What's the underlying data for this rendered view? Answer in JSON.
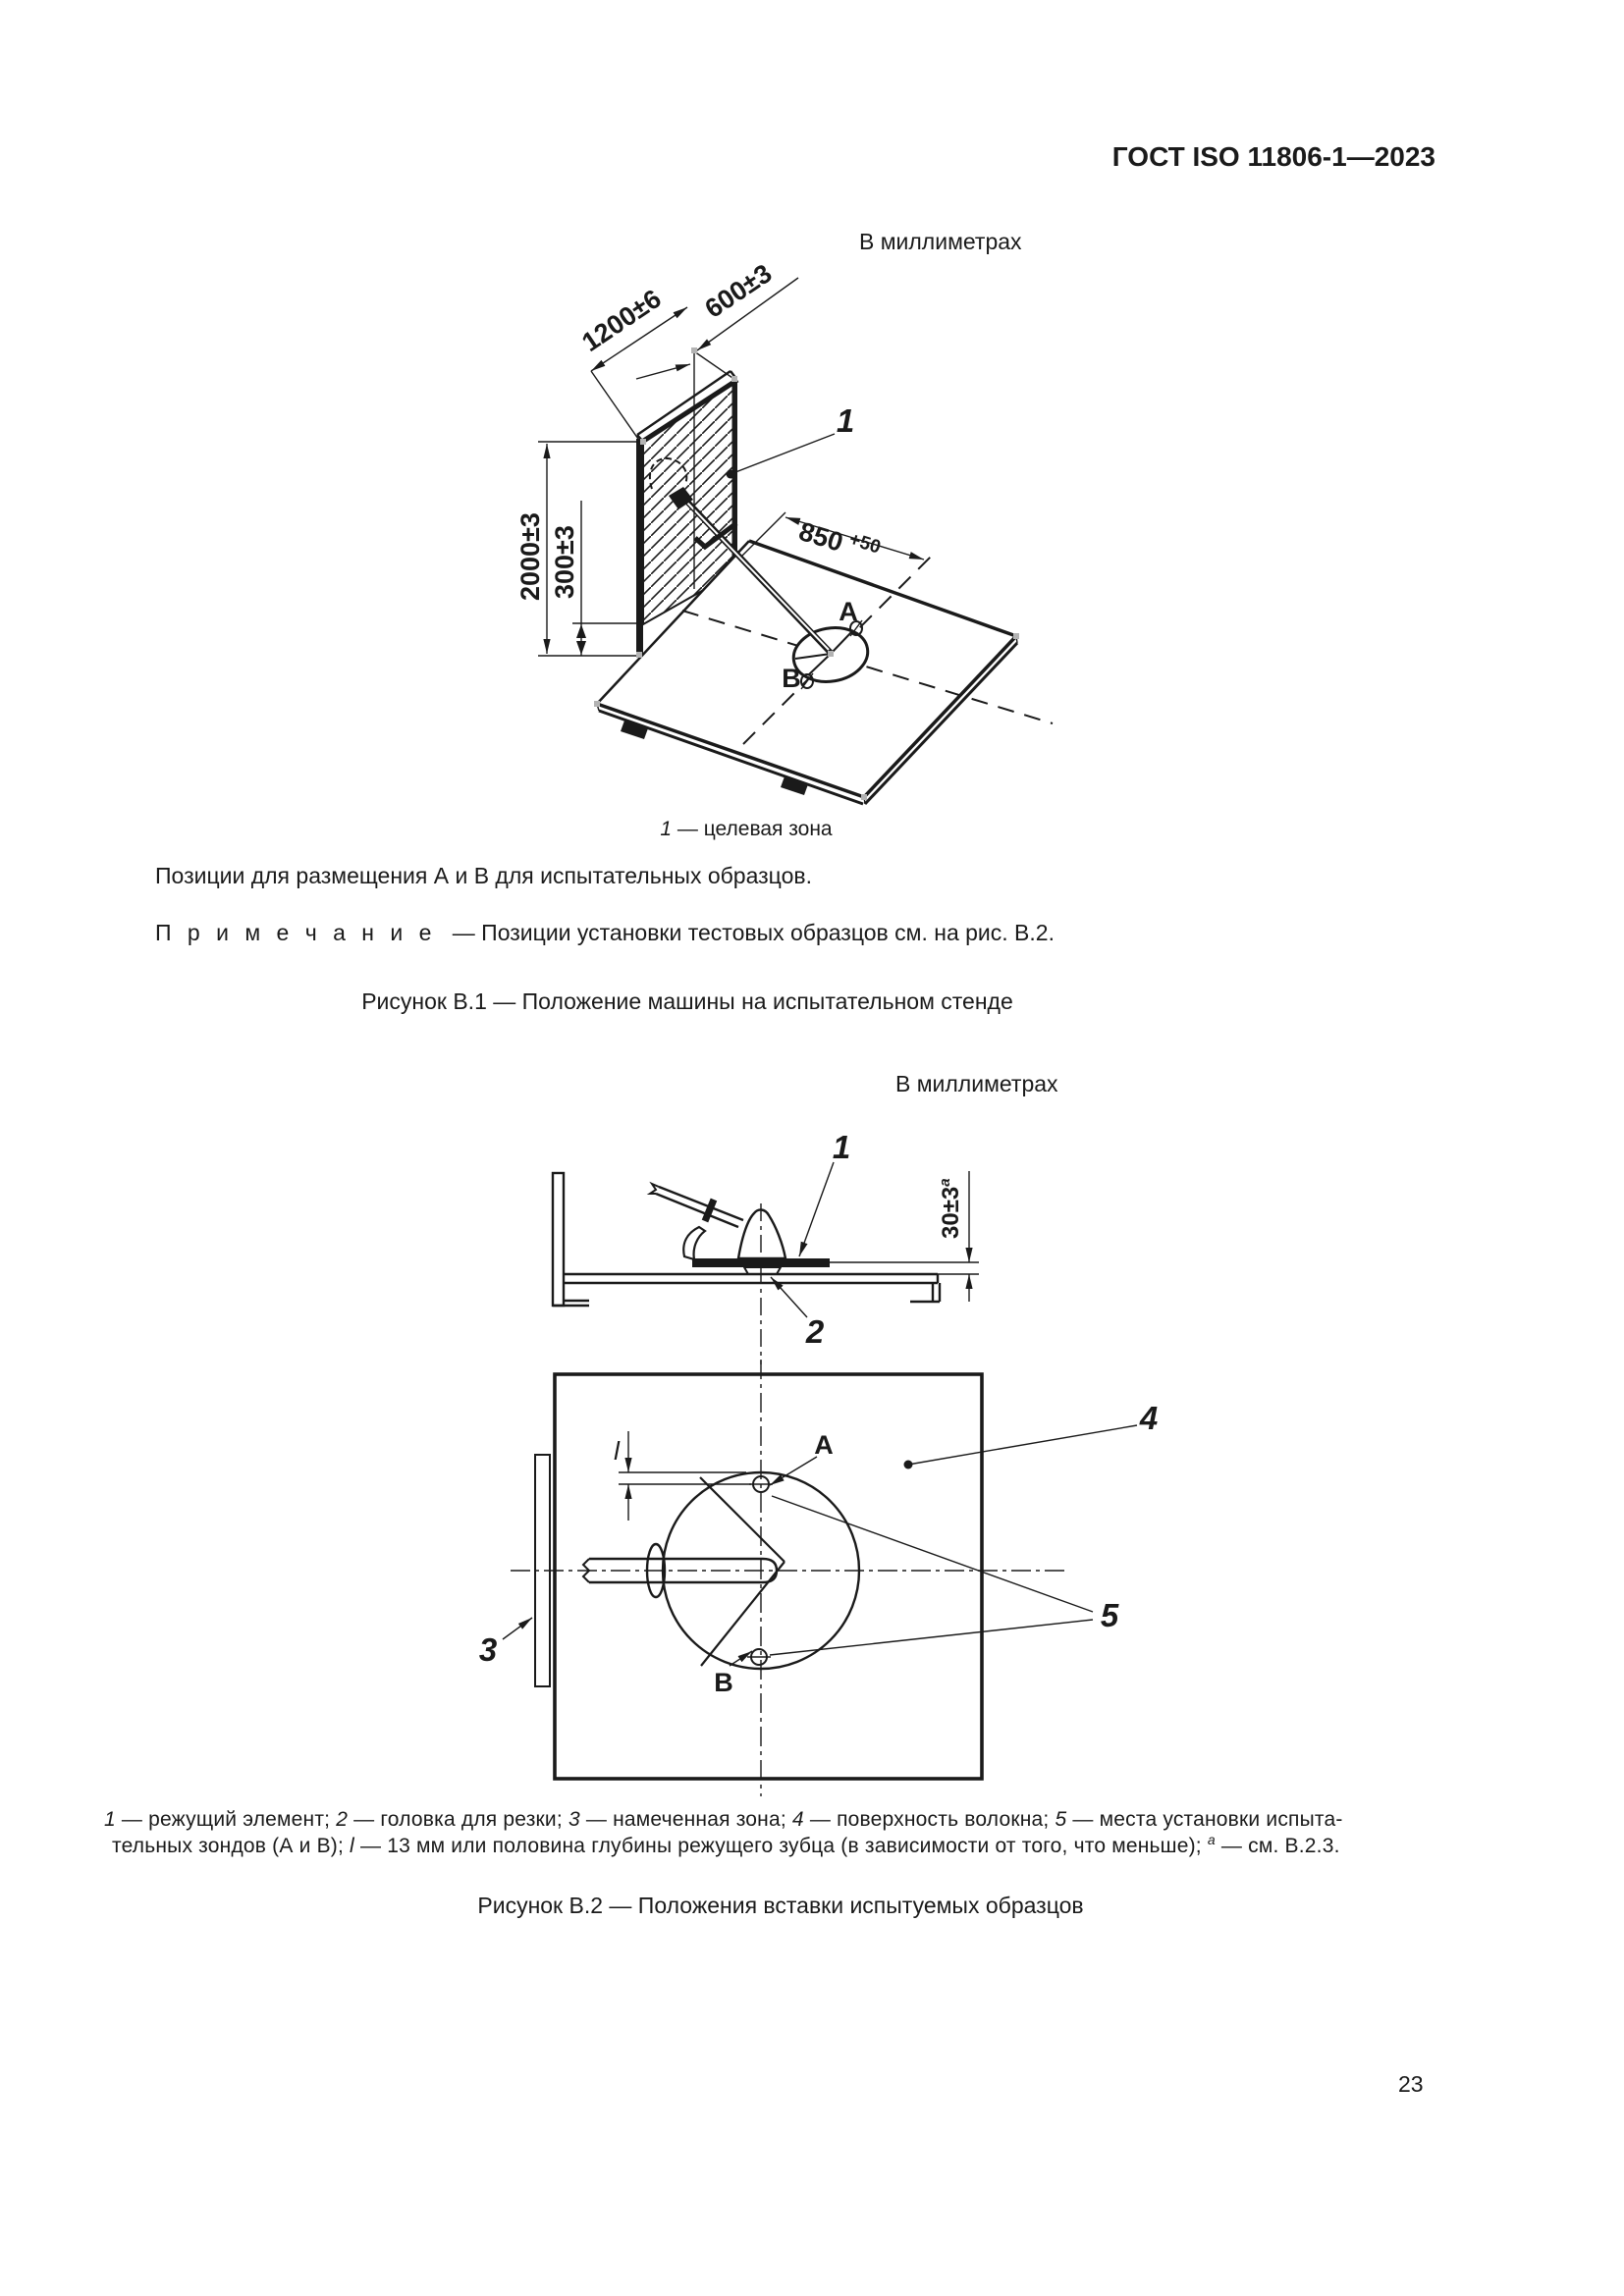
{
  "page": {
    "header_title": "ГОСТ ISO 11806-1—2023",
    "page_number": "23"
  },
  "fig_b1": {
    "units": "В миллиметрах",
    "dim_width": "1200±6",
    "dim_depth": "600±3",
    "dim_height": "2000±3",
    "dim_offset": "300±3",
    "dim_reach": "850",
    "dim_reach_sup": "+50",
    "label_a": "A",
    "label_b": "B",
    "callout_target": "1",
    "legend_num": "1",
    "legend_text": " — целевая зона",
    "para_positions": "Позиции для размещения А и В для испытательных образцов.",
    "note_label": "П р и м е ч а н и е",
    "note_text": "— Позиции установки тестовых образцов см. на рис. В.2.",
    "caption": "Рисунок В.1 — Положение машины на испытательном стенде"
  },
  "fig_b2": {
    "units": "В миллиметрах",
    "side_callout_blade": "1",
    "side_callout_head": "2",
    "side_dim": "30±3",
    "side_dim_sup": "a",
    "top_callout_zone": "3",
    "top_callout_surface": "4",
    "top_callout_probes": "5",
    "top_label_a": "A",
    "top_label_b": "B",
    "top_dim_l": "l",
    "legend_parts": {
      "n1": "1",
      "t1": " — режущий элемент; ",
      "n2": "2",
      "t2": " — головка для резки; ",
      "n3": "3",
      "t3": " — намеченная зона; ",
      "n4": "4",
      "t4": " — поверхность волокна; ",
      "n5": "5",
      "t5": " — места установки испыта-",
      "cont": "тельных зондов (А и В); ",
      "lsym": "l",
      "t6": " — 13 мм или половина глубины режущего зубца (в зависимости от того, что меньше); ",
      "asup": "a",
      "t7": " — см. В.2.3."
    },
    "caption": "Рисунок В.2 — Положения вставки испытуемых образцов"
  }
}
